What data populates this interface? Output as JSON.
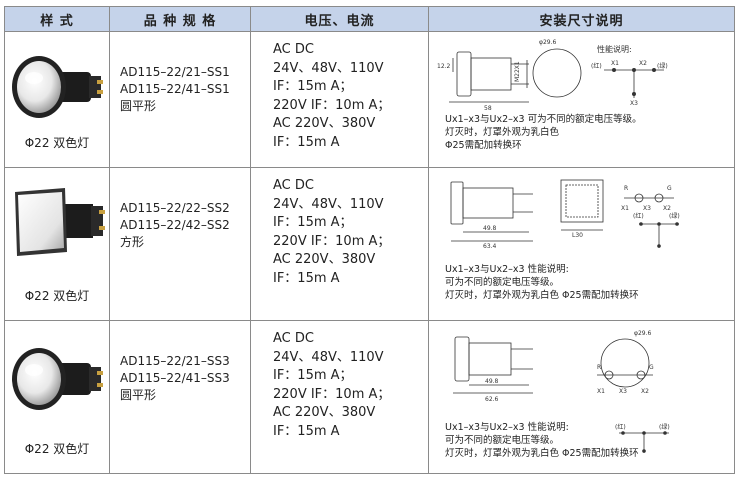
{
  "header": {
    "col1": "样 式",
    "col2": "品 种 规 格",
    "col3": "电压、电流",
    "col4": "安装尺寸说明"
  },
  "rows": [
    {
      "caption": "Φ22 双色灯",
      "models": [
        "AD115–22/21–SS1",
        "AD115–22/41–SS1",
        "圆平形"
      ],
      "electrical": [
        "AC DC",
        "24V、48V、110V",
        "IF：15m A；",
        "220V IF：10m A；",
        "AC 220V、380V",
        "IF：15m A"
      ],
      "dims": {
        "d1": "φ29.6",
        "d2": "58",
        "d3": "12.2",
        "d4": "M22X1",
        "perf": "性能说明:",
        "rl": "(红)",
        "gl": "(绿)",
        "x1": "X1",
        "x2": "X2",
        "x3": "X3"
      },
      "notes": [
        "Ux1–x3与Ux2–x3 可为不同的额定电压等级。",
        "灯灭时，灯罩外观为乳白色",
        "Φ25需配加转换环"
      ]
    },
    {
      "caption": "Φ22 双色灯",
      "models": [
        "AD115–22/22–SS2",
        "AD115–22/42–SS2",
        "方形"
      ],
      "electrical": [
        "AC DC",
        "24V、48V、110V",
        "IF：15m A；",
        "220V IF：10m A；",
        "AC 220V、380V",
        "IF：15m A"
      ],
      "dims": {
        "d1": "49.8",
        "d2": "63.4",
        "d3": "L30",
        "r": "R",
        "g": "G",
        "rl": "(红)",
        "gl": "(绿)",
        "x1": "X1",
        "x2": "X2",
        "x3": "X3"
      },
      "notes": [
        "Ux1–x3与Ux2–x3 性能说明:",
        "可为不同的额定电压等级。",
        "灯灭时，灯罩外观为乳白色 Φ25需配加转换环"
      ]
    },
    {
      "caption": "Φ22 双色灯",
      "models": [
        "AD115–22/21–SS3",
        "AD115–22/41–SS3",
        "圆平形"
      ],
      "electrical": [
        "AC DC",
        "24V、48V、110V",
        "IF：15m A；",
        "220V IF：10m A；",
        "AC 220V、380V",
        "IF：15m A"
      ],
      "dims": {
        "d1": "49.8",
        "d2": "62.6",
        "d3": "φ29.6",
        "r": "R",
        "g": "G",
        "rl": "(红)",
        "gl": "(绿)",
        "x1": "X1",
        "x2": "X2",
        "x3": "X3"
      },
      "notes": [
        "Ux1–x3与Ux2–x3 性能说明:",
        "可为不同的额定电压等级。",
        "灯灭时，灯罩外观为乳白色 Φ25需配加转换环"
      ]
    }
  ],
  "colors": {
    "header_bg": "#c5d3ea",
    "border": "#8a8a8a"
  }
}
